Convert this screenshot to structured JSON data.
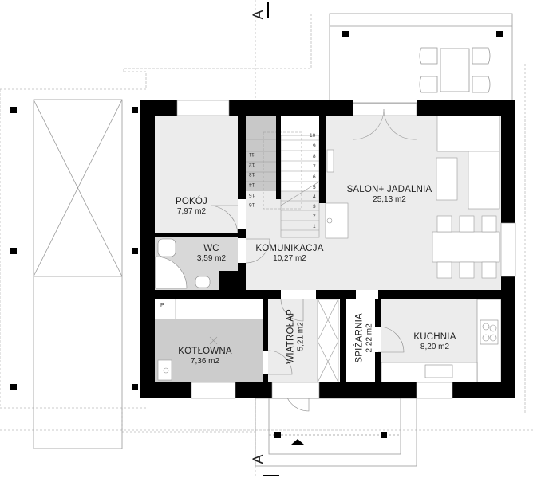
{
  "plan": {
    "type": "floor plan (ground floor)",
    "section_marker": "A",
    "colors": {
      "wall": "#000000",
      "floor_light": "#ececec",
      "floor_mid": "#dcdcdc",
      "floor_dark": "#c8c8c8",
      "outline": "#9a9a9a",
      "dashed": "#bbbbbb"
    },
    "rooms": [
      {
        "id": "pokoj",
        "name": "POKÓJ",
        "area": "7,97 m2"
      },
      {
        "id": "wc",
        "name": "WC",
        "area": "3,59 m2"
      },
      {
        "id": "komunikacja",
        "name": "KOMUNIKACJA",
        "area": "10,27 m2"
      },
      {
        "id": "salon",
        "name": "SALON+ JADALNIA",
        "area": "25,13 m2"
      },
      {
        "id": "kotlownia",
        "name": "KOTŁOWNA",
        "area": "7,36 m2"
      },
      {
        "id": "wiatrolap",
        "name": "WIATROŁAP",
        "area": "5,21 m2"
      },
      {
        "id": "spizarnia",
        "name": "SPIŻARNIA",
        "area": "2,22 m2"
      },
      {
        "id": "kuchnia",
        "name": "KUCHNIA",
        "area": "8,20 m2"
      }
    ],
    "stairs": {
      "up_numbers": [
        "1",
        "2",
        "3",
        "4",
        "5",
        "6",
        "7",
        "8",
        "9",
        "10"
      ],
      "down_numbers": [
        "11",
        "12",
        "13",
        "14",
        "15",
        "16"
      ]
    },
    "boiler_room_tag": "P"
  }
}
